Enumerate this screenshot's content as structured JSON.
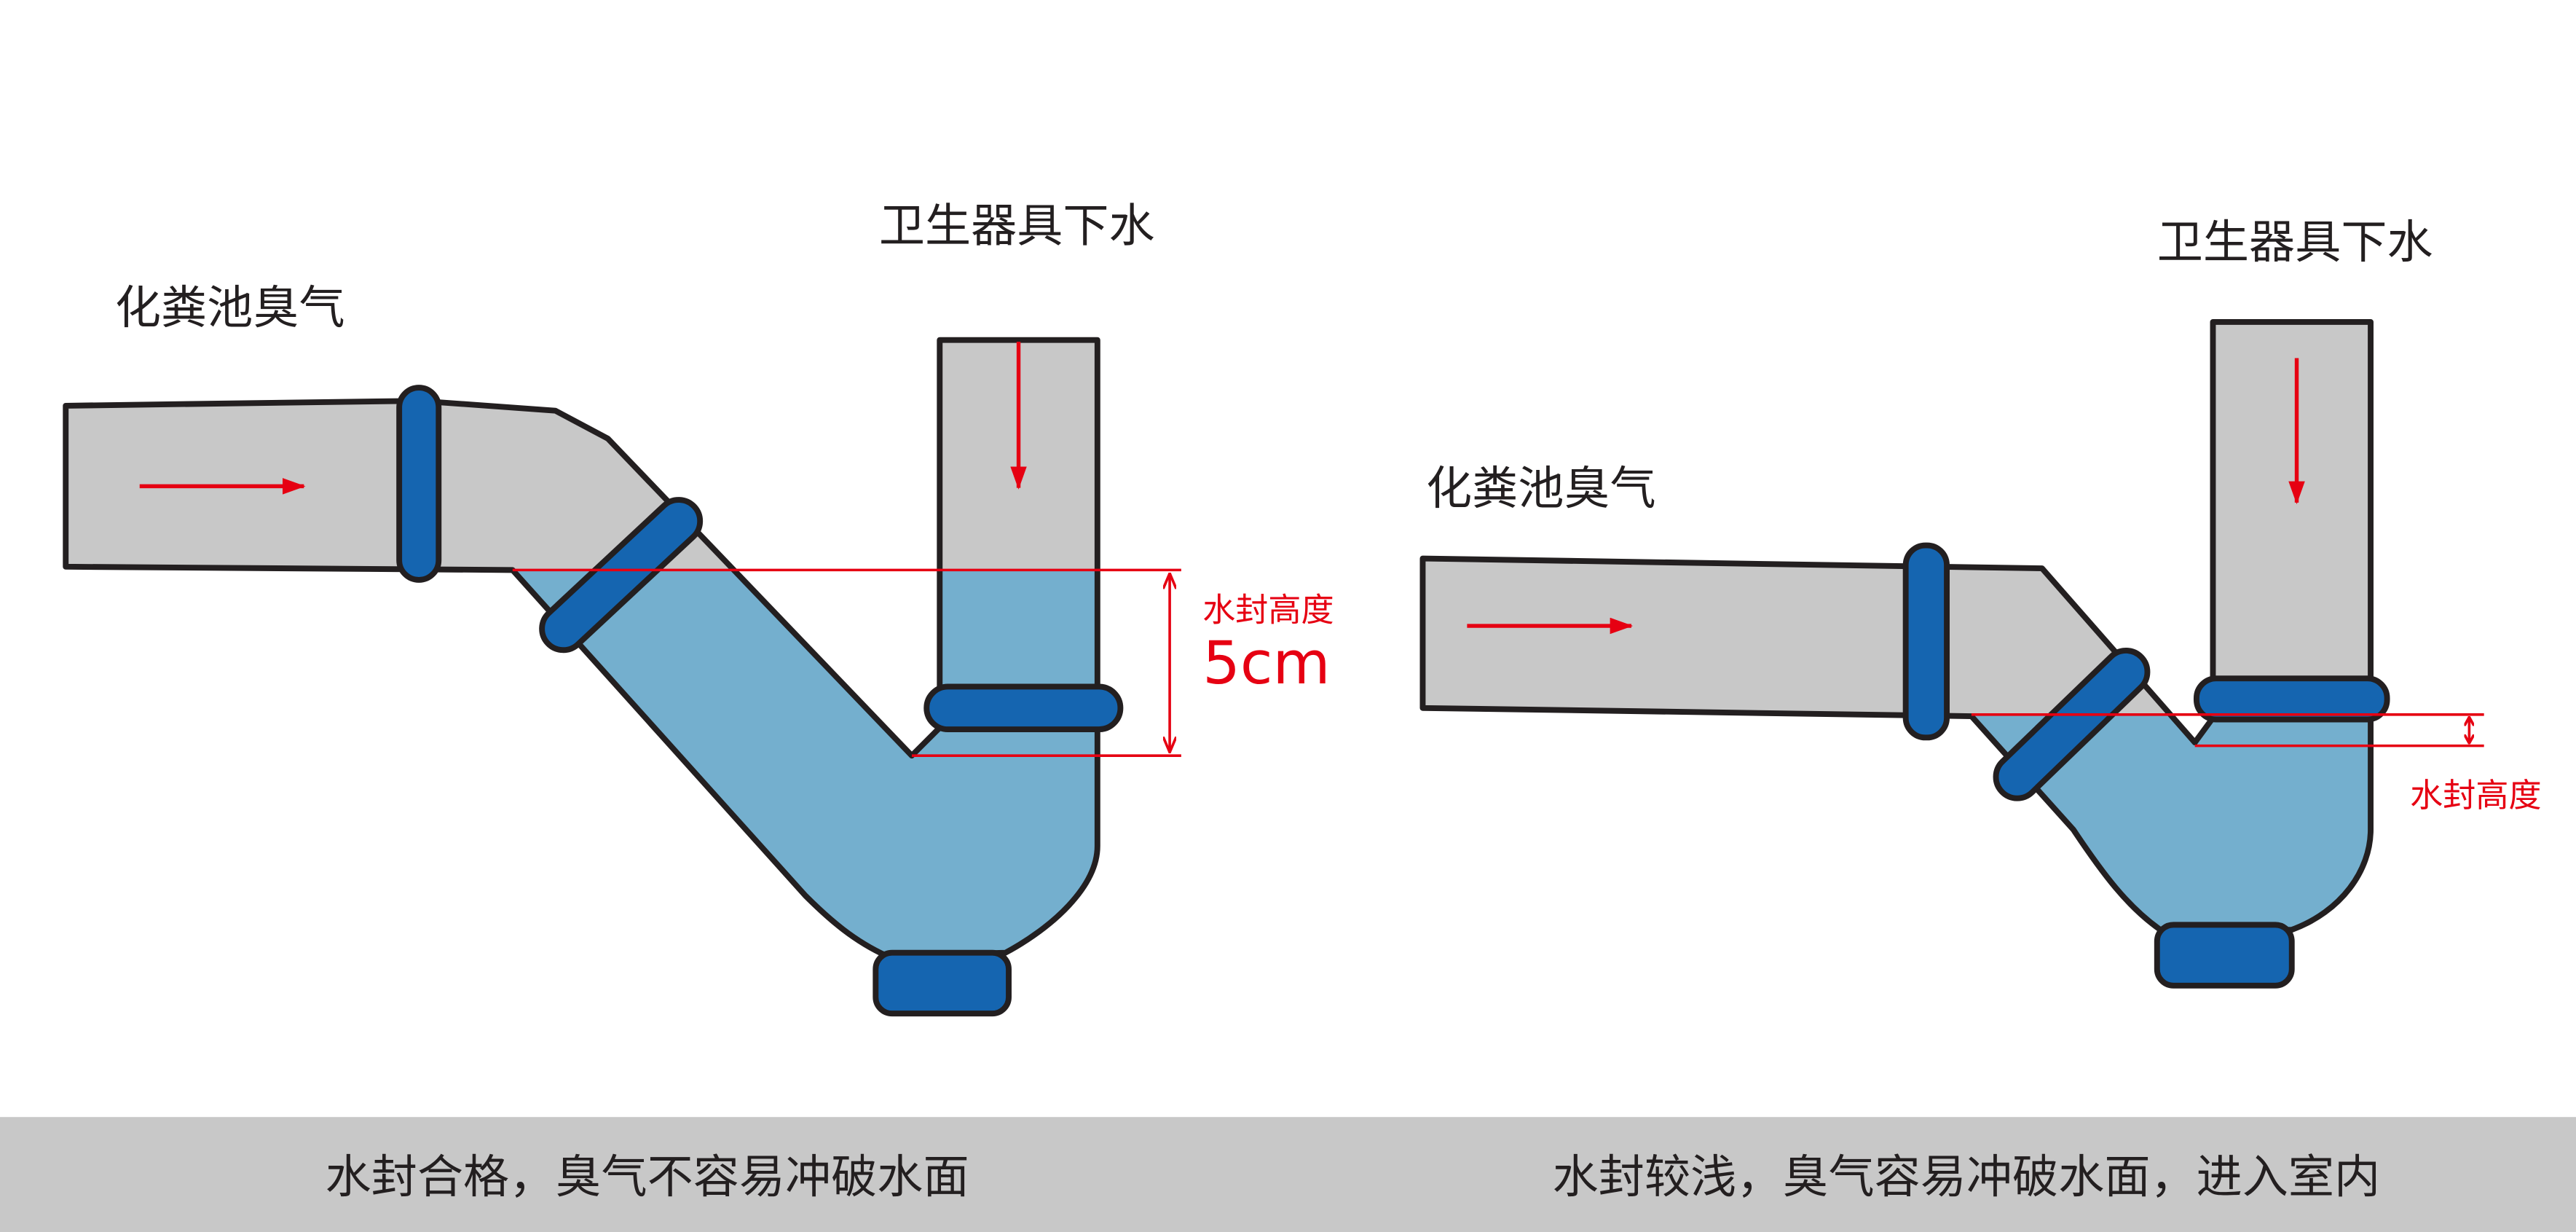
{
  "colors": {
    "pipe": "#C8C8C8",
    "outline": "#231F20",
    "water": "#74AFCE",
    "coupling": "#1565B0",
    "annotation": "#E60012",
    "caption_bar": "#C8C8C8",
    "text": "#231F20"
  },
  "left_panel": {
    "gas_label": "化粪池臭气",
    "drain_label": "卫生器具下水",
    "seal_label": "水封高度",
    "seal_height": "5cm",
    "caption": "水封合格，臭气不容易冲破水面"
  },
  "right_panel": {
    "gas_label": "化粪池臭气",
    "drain_label": "卫生器具下水",
    "seal_label": "水封高度",
    "caption": "水封较浅，臭气容易冲破水面，进入室内"
  }
}
